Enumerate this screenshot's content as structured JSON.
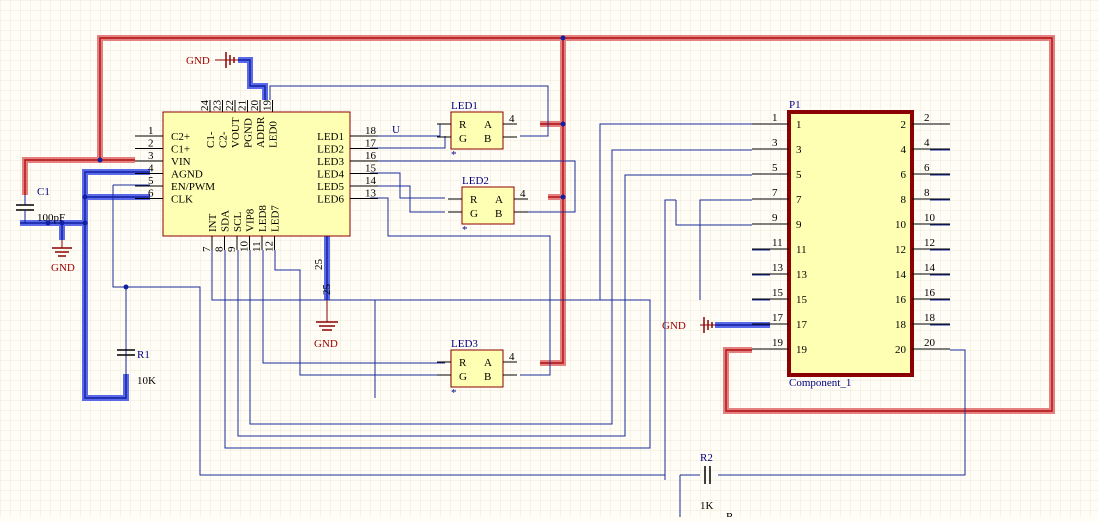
{
  "power": {
    "gnd_label": "GND"
  },
  "u1": {
    "designator": "U",
    "left_pins": [
      {
        "num": "1",
        "name": "C2+"
      },
      {
        "num": "2",
        "name": "C1+"
      },
      {
        "num": "3",
        "name": "VIN"
      },
      {
        "num": "4",
        "name": "AGND"
      },
      {
        "num": "5",
        "name": "EN/PWM"
      },
      {
        "num": "6",
        "name": "CLK"
      }
    ],
    "right_pins": [
      {
        "num": "18",
        "name": "LED1"
      },
      {
        "num": "17",
        "name": "LED2"
      },
      {
        "num": "16",
        "name": "LED3"
      },
      {
        "num": "15",
        "name": "LED4"
      },
      {
        "num": "14",
        "name": "LED5"
      },
      {
        "num": "13",
        "name": "LED6"
      }
    ],
    "top_pins": [
      {
        "num": "24",
        "name": "C1-"
      },
      {
        "num": "23",
        "name": "C2-"
      },
      {
        "num": "22",
        "name": "VOUT"
      },
      {
        "num": "21",
        "name": "PGND"
      },
      {
        "num": "20",
        "name": "ADDR"
      },
      {
        "num": "19",
        "name": "LED0"
      }
    ],
    "bottom_pins": [
      {
        "num": "7",
        "name": "INT"
      },
      {
        "num": "8",
        "name": "SDA"
      },
      {
        "num": "9",
        "name": "SCL"
      },
      {
        "num": "10",
        "name": "VIP8"
      },
      {
        "num": "11",
        "name": "LED8"
      },
      {
        "num": "12",
        "name": "LED7"
      }
    ],
    "pad_pins": [
      "25",
      "25"
    ]
  },
  "leds": [
    {
      "designator": "LED1",
      "pins": [
        "R",
        "A",
        "G",
        "B"
      ],
      "nums": [
        "4"
      ],
      "mark": "*"
    },
    {
      "designator": "LED2",
      "pins": [
        "R",
        "A",
        "G",
        "B"
      ],
      "nums": [
        "4"
      ],
      "mark": "*"
    },
    {
      "designator": "LED3",
      "pins": [
        "R",
        "A",
        "G",
        "B"
      ],
      "nums": [
        "4"
      ],
      "mark": "*"
    }
  ],
  "c1": {
    "designator": "C1",
    "value": "100pF"
  },
  "r1": {
    "designator": "R1",
    "value": "10K"
  },
  "r2": {
    "designator": "R2",
    "value": "1K",
    "partial": "R"
  },
  "p1": {
    "designator": "P1",
    "comment": "Component_1",
    "left": [
      "1",
      "3",
      "5",
      "7",
      "9",
      "11",
      "13",
      "15",
      "17",
      "19"
    ],
    "right": [
      "2",
      "4",
      "6",
      "8",
      "10",
      "12",
      "14",
      "16",
      "18",
      "20"
    ]
  },
  "colors": {
    "wire": "#1a2a9a",
    "power_hl": "#e04040",
    "gnd_hl": "#2030d0",
    "part_fill": "#ffffb4",
    "part_border": "#8b0000",
    "grid": "#e6e2d4"
  }
}
